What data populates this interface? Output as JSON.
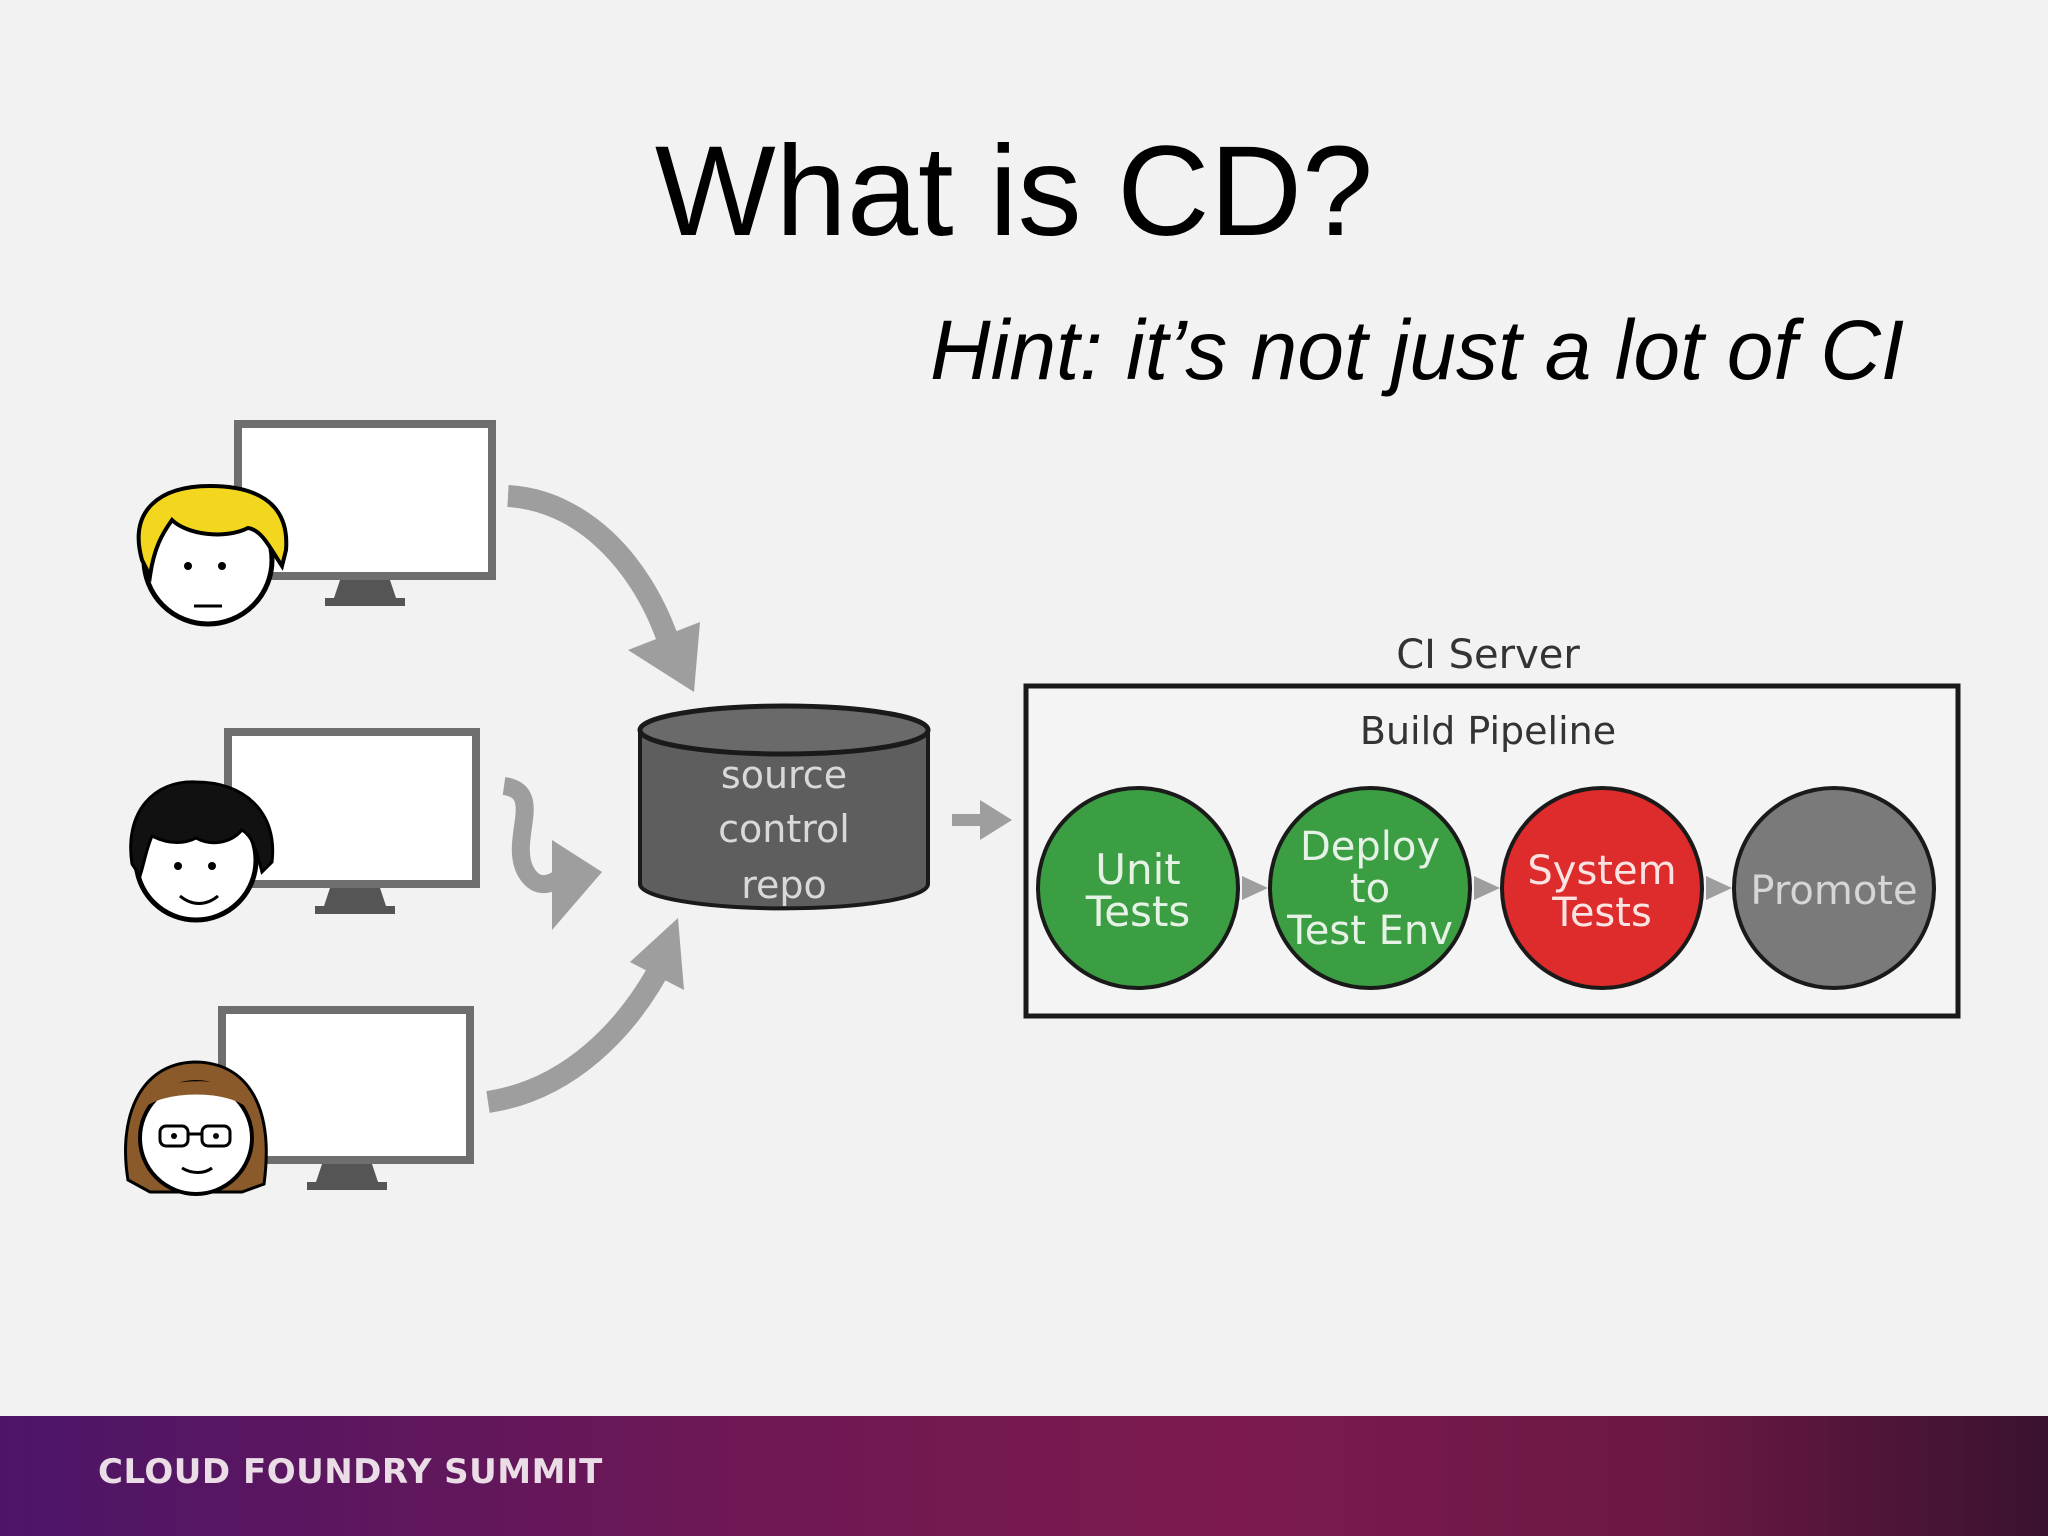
{
  "slide": {
    "title": "What is CD?",
    "subtitle": "Hint: it’s not just a lot of CI",
    "footer": "CLOUD FOUNDRY SUMMIT"
  },
  "diagram": {
    "repo": {
      "line1": "source",
      "line2": "control",
      "line3": "repo"
    },
    "ci_server_label": "CI Server",
    "pipeline_label": "Build Pipeline",
    "stages": [
      {
        "lines": [
          "Unit",
          "Tests"
        ],
        "status": "passed",
        "color": "#3c9e43"
      },
      {
        "lines": [
          "Deploy",
          "to",
          "Test Env"
        ],
        "status": "passed",
        "color": "#3c9e43"
      },
      {
        "lines": [
          "System",
          "Tests"
        ],
        "status": "failed",
        "color": "#de2b2b"
      },
      {
        "lines": [
          "Promote"
        ],
        "status": "pending",
        "color": "#7a7a7a"
      }
    ],
    "developers": [
      {
        "hair": "blonde",
        "hair_color": "#f2d71e"
      },
      {
        "hair": "black",
        "hair_color": "#111111"
      },
      {
        "hair": "brown",
        "hair_color": "#8a5a2b"
      }
    ]
  },
  "colors": {
    "background": "#f2f2f2",
    "footer_gradient_start": "#4d1568",
    "footer_gradient_end": "#3a1230",
    "arrow": "#9e9e9e",
    "repo": "#5e5e5e"
  }
}
